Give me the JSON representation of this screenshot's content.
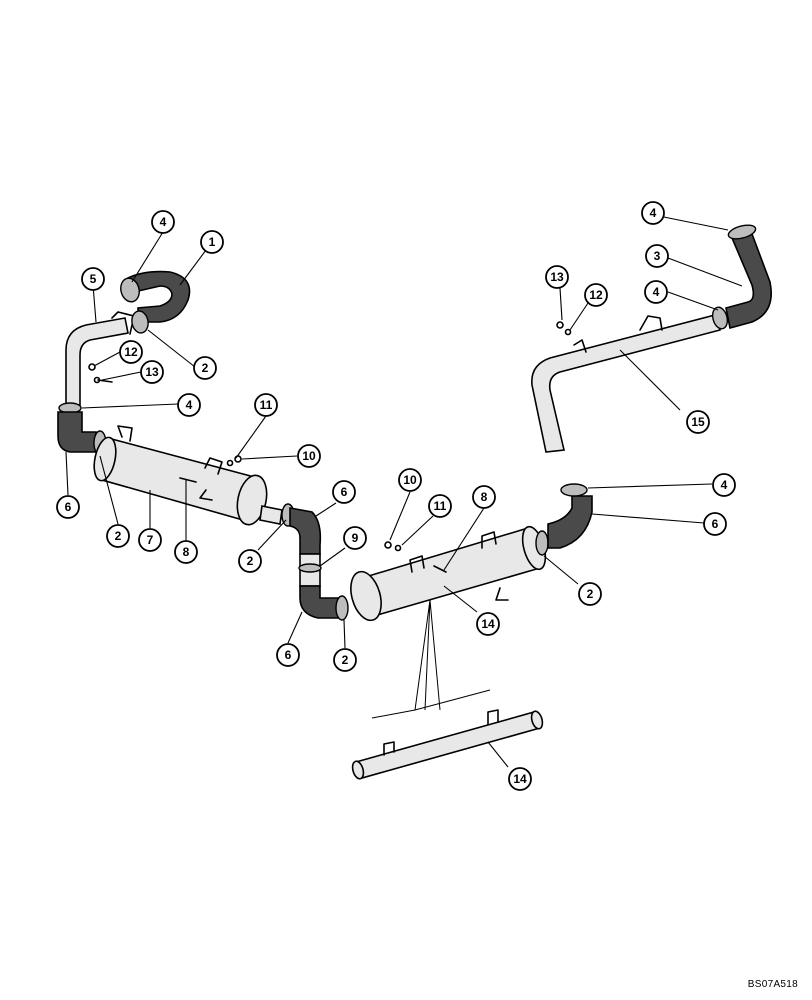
{
  "diagram": {
    "reference_code": "BS07A518",
    "callouts": [
      {
        "id": "c-4a",
        "label": "4"
      },
      {
        "id": "c-1",
        "label": "1"
      },
      {
        "id": "c-5",
        "label": "5"
      },
      {
        "id": "c-12a",
        "label": "12"
      },
      {
        "id": "c-13a",
        "label": "13"
      },
      {
        "id": "c-2a",
        "label": "2"
      },
      {
        "id": "c-4b",
        "label": "4"
      },
      {
        "id": "c-11a",
        "label": "11"
      },
      {
        "id": "c-10a",
        "label": "10"
      },
      {
        "id": "c-6a",
        "label": "6"
      },
      {
        "id": "c-2b",
        "label": "2"
      },
      {
        "id": "c-7",
        "label": "7"
      },
      {
        "id": "c-8a",
        "label": "8"
      },
      {
        "id": "c-6b",
        "label": "6"
      },
      {
        "id": "c-2c",
        "label": "2"
      },
      {
        "id": "c-9",
        "label": "9"
      },
      {
        "id": "c-6c",
        "label": "6"
      },
      {
        "id": "c-2d",
        "label": "2"
      },
      {
        "id": "c-10b",
        "label": "10"
      },
      {
        "id": "c-11b",
        "label": "11"
      },
      {
        "id": "c-8b",
        "label": "8"
      },
      {
        "id": "c-14a",
        "label": "14"
      },
      {
        "id": "c-14b",
        "label": "14"
      },
      {
        "id": "c-4c",
        "label": "4"
      },
      {
        "id": "c-3",
        "label": "3"
      },
      {
        "id": "c-4d",
        "label": "4"
      },
      {
        "id": "c-13b",
        "label": "13"
      },
      {
        "id": "c-12b",
        "label": "12"
      },
      {
        "id": "c-15",
        "label": "15"
      },
      {
        "id": "c-4e",
        "label": "4"
      },
      {
        "id": "c-6d",
        "label": "6"
      },
      {
        "id": "c-2e",
        "label": "2"
      }
    ]
  }
}
